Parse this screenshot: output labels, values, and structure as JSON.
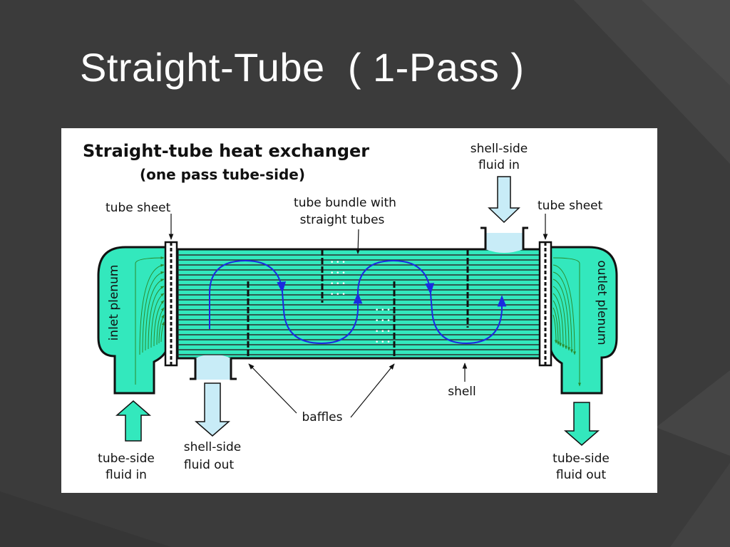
{
  "slide": {
    "title": "Straight-Tube  ( 1-Pass )",
    "background_color": "#3b3b3b"
  },
  "diagram": {
    "title": "Straight-tube heat exchanger",
    "subtitle": "(one pass tube-side)",
    "labels": {
      "shell_side_in": [
        "shell-side",
        "fluid in"
      ],
      "tube_sheet_left": "tube sheet",
      "tube_sheet_right": "tube sheet",
      "tube_bundle": [
        "tube bundle with",
        "straight tubes"
      ],
      "inlet_plenum": "inlet plenum",
      "outlet_plenum": "outlet plenum",
      "shell": "shell",
      "baffles": "baffles",
      "tube_side_in": [
        "tube-side",
        "fluid in"
      ],
      "shell_side_out": [
        "shell-side",
        "fluid out"
      ],
      "tube_side_out": [
        "tube-side",
        "fluid out"
      ]
    },
    "colors": {
      "tube_fluid": "#33e8bd",
      "shell_fluid": "#c8ecf7",
      "tube_lines": "#2e2e2e",
      "shell_flow": "#1b2be0",
      "plenum_flow": "#2b8a2b"
    }
  }
}
